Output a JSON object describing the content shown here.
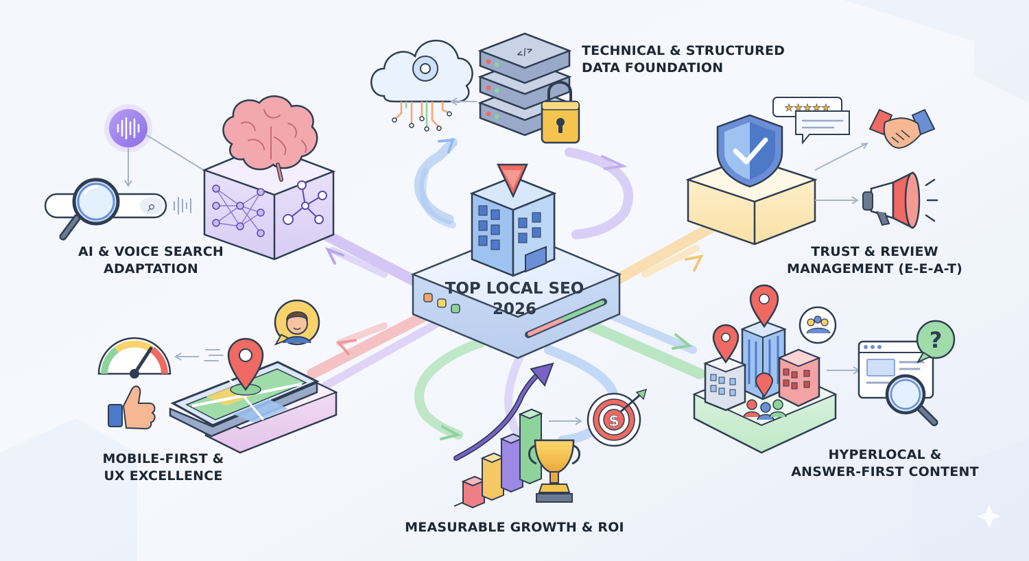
{
  "hub": {
    "title_line1": "TOP LOCAL SEO",
    "title_line2": "2026"
  },
  "nodes": {
    "technical": {
      "line1": "TECHNICAL & STRUCTURED",
      "line2": "DATA FOUNDATION"
    },
    "ai_voice": {
      "line1": "AI & VOICE SEARCH",
      "line2": "ADAPTATION"
    },
    "trust": {
      "line1": "TRUST & REVIEW",
      "line2": "MANAGEMENT (E-E-A-T)"
    },
    "mobile": {
      "line1": "MOBILE-FIRST &",
      "line2": "UX EXCELLENCE"
    },
    "hyperlocal": {
      "line1": "HYPERLOCAL &",
      "line2": "ANSWER-FIRST CONTENT"
    },
    "growth": {
      "line1": "MEASURABLE GROWTH & ROI"
    }
  },
  "review_stars": "★★★★★",
  "search_glyph": "⌕",
  "question_mark": "?",
  "dollar_sign": "$",
  "code_glyph": "</>",
  "icons": {
    "hub": "building-icon",
    "technical": [
      "cloud-gear-icon",
      "server-stack-icon",
      "padlock-icon"
    ],
    "ai_voice": [
      "brain-icon",
      "voice-wave-icon",
      "search-bar-icon",
      "magnifier-icon"
    ],
    "trust": [
      "shield-check-icon",
      "review-bubble-icon",
      "handshake-icon",
      "megaphone-icon"
    ],
    "mobile": [
      "speedometer-icon",
      "thumbs-up-icon",
      "smartphone-map-icon",
      "user-avatar-icon"
    ],
    "hyperlocal": [
      "city-buildings-icon",
      "map-pin-icon",
      "community-icon",
      "browser-search-icon",
      "question-bubble-icon"
    ],
    "growth": [
      "bar-chart-icon",
      "growth-arrow-icon",
      "trophy-icon",
      "target-dollar-icon"
    ]
  },
  "colors": {
    "background": "#eef3fb",
    "text": "#1d2733",
    "stream_blue": "#8fb9f0",
    "stream_purple": "#c3aef0",
    "stream_orange": "#f7cf8c",
    "stream_red": "#f3a3a3",
    "stream_green": "#9fdcaa",
    "pin_red": "#ee6a62"
  }
}
